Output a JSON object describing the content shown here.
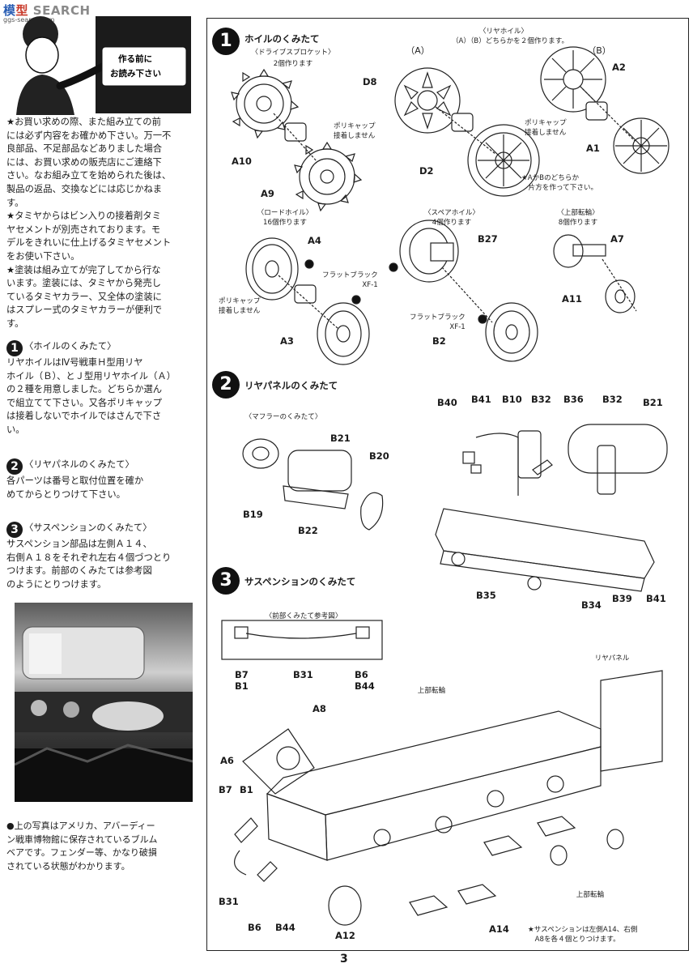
{
  "watermark": {
    "part1": "模",
    "part2": "型",
    "part3": "SEARCH",
    "sub": "ggs-search.com"
  },
  "mascot": {
    "sign_line1": "作る前に",
    "sign_line2": "お読み下さい"
  },
  "intro": {
    "paragraphs": [
      "★お買い求めの際、また組み立ての前\nには必ず内容をお確かめ下さい。万一不\n良部品、不足部品などありました場合\nには、お買い求めの販売店にご連絡下\nさい。なお組み立てを始められた後は、\n製品の返品、交換などには応じかねま\nす。",
      "★タミヤからはビン入りの接着剤タミ\nヤセメントが別売されております。モ\nデルをきれいに仕上げるタミヤセメント\nをお使い下さい。",
      "★塗装は組み立てが完了してから行な\nいます。塗装には、タミヤから発売し\nているタミヤカラー、又全体の塗装に\nはスプレー式のタミヤカラーが便利で\nす。"
    ]
  },
  "steps_text": [
    {
      "num": "1",
      "title": "〈ホイルのくみたて〉",
      "body": "リヤホイルはⅣ号戦車Ｈ型用リヤ\nホイル（Ｂ）、とＪ型用リヤホイル（Ａ）\nの２種を用意しました。どちらか選ん\nで組立てて下さい。又各ポリキャップ\nは接着しないでホイルではさんで下さ\nい。"
    },
    {
      "num": "2",
      "title": "〈リヤパネルのくみたて〉",
      "body": "各パーツは番号と取付位置を確か\nめてからとりつけて下さい。"
    },
    {
      "num": "3",
      "title": "〈サスペンションのくみたて〉",
      "body": "サスペンション部品は左側Ａ１４、\n右側Ａ１８をそれぞれ左右４個づつとり\nつけます。前部のくみたては参考図\nのようにとりつけます。"
    }
  ],
  "photo_caption": "●上の写真はアメリカ、アバーディー\nン戦車博物館に保存されているブルム\nベアです。フェンダー等、かなり破損\nされている状態がわかります。",
  "diagram": {
    "step1": {
      "num": "1",
      "title": "ホイルのくみたて",
      "sprocket_title": "〈ドライブスプロケット〉",
      "sprocket_qty": "2個作ります",
      "rear_title": "〈リヤホイル〉",
      "rear_qty": "（A）（B）どちらかを２個作ります。",
      "opt_a": "（A）",
      "opt_b": "（B）",
      "polycap1": "ポリキャップ\n接着しません",
      "polycap2": "ポリキャップ\n接着しません",
      "ab_note": "★AかBのどちらか\n　片方を作って下さい。",
      "road_title": "〈ロードホイル〉",
      "road_qty": "16個作ります",
      "spare_title": "〈スペアホイル〉",
      "spare_qty": "4個作ります",
      "upper_title": "〈上部転輪〉",
      "upper_qty": "8個作ります",
      "flat_black1": "フラットブラック\nXF-1",
      "flat_black2": "フラットブラック\nXF-1",
      "polycap3": "ポリキャップ\n接着しません",
      "labels": {
        "A10": "A10",
        "A9": "A9",
        "D8": "D8",
        "D2": "D2",
        "A2": "A2",
        "A1": "A1",
        "A4": "A4",
        "A3": "A3",
        "B27": "B27",
        "B2": "B2",
        "A7": "A7",
        "A11": "A11"
      }
    },
    "step2": {
      "num": "2",
      "title": "リヤパネルのくみたて",
      "muffler_title": "〈マフラーのくみたて〉",
      "labels": {
        "B21a": "B21",
        "B20": "B20",
        "B19": "B19",
        "B22": "B22",
        "B40": "B40",
        "B41a": "B41",
        "B10": "B10",
        "B32a": "B32",
        "B36": "B36",
        "B32b": "B32",
        "B21b": "B21",
        "B35": "B35",
        "B34": "B34",
        "B39": "B39",
        "B41b": "B41"
      }
    },
    "step3": {
      "num": "3",
      "title": "サスペンションのくみたて",
      "front_title": "〈前部くみたて参考図〉",
      "rear_panel": "リヤパネル",
      "upper_roller1": "上部転輪",
      "upper_roller2": "上部転輪",
      "note": "★サスペンションは左側A14、右側\n　A8を各４個とりつけます。",
      "labels": {
        "B7a": "B7",
        "B1a": "B1",
        "B31a": "B31",
        "B6a": "B6",
        "B44a": "B44",
        "A8": "A8",
        "A6": "A6",
        "B7b": "B7",
        "B1b": "B1",
        "B31b": "B31",
        "B6b": "B6",
        "B44b": "B44",
        "A12": "A12",
        "A14": "A14"
      }
    }
  },
  "page_number": "3"
}
